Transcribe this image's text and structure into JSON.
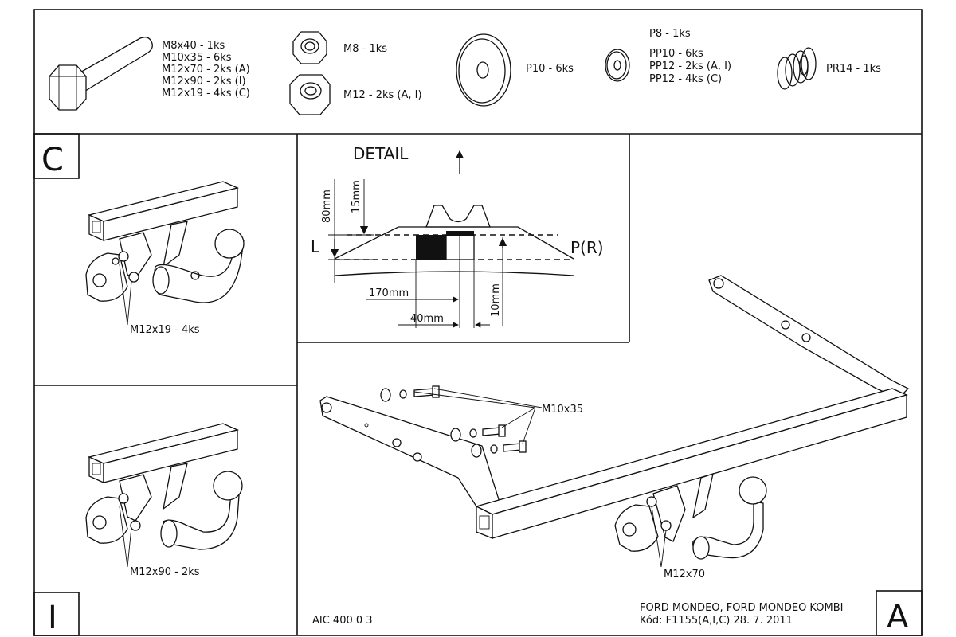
{
  "parts": {
    "bolts": [
      "M8x40 - 1ks",
      "M10x35 - 6ks",
      "M12x70 - 2ks (A)",
      "M12x90 - 2ks (I)",
      "M12x19 - 4ks (C)"
    ],
    "nut_m8": "M8 - 1ks",
    "nut_m12": "M12 - 2ks (A, I)",
    "washer_p10": "P10 - 6ks",
    "washers": [
      "P8 - 1ks",
      "PP10 - 6ks",
      "PP12 - 2ks (A, I)",
      "PP12 - 4ks (C)"
    ],
    "spring": "PR14 - 1ks"
  },
  "panels": {
    "c_letter": "C",
    "c_bolt": "M12x19 - 4ks",
    "i_letter": "I",
    "i_bolt": "M12x90 - 2ks",
    "a_letter": "A"
  },
  "detail": {
    "title": "DETAIL",
    "dim_80": "80mm",
    "dim_15": "15mm",
    "dim_L": "L",
    "dim_PR": "P(R)",
    "dim_170": "170mm",
    "dim_10": "10mm",
    "dim_40": "40mm"
  },
  "main": {
    "bolt_m10": "M10x35",
    "bolt_m12": "M12x70"
  },
  "footer": {
    "code": "AIC 400 0 3",
    "vehicle": "FORD MONDEO, FORD MONDEO KOMBI",
    "kod": "Kód: F1155(A,I,C)   28. 7. 2011"
  }
}
